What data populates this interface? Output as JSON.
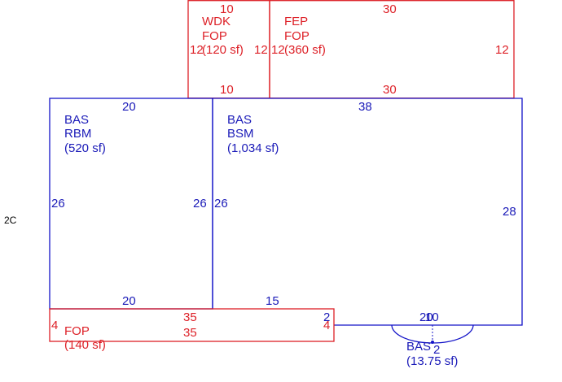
{
  "sketch": {
    "page_label": "2C",
    "colors": {
      "addition": "#dd1f26",
      "main": "#1414c8",
      "background": "#ffffff"
    },
    "areas": [
      {
        "code": "WDK",
        "sub": "FOP",
        "area": "(120 sf)",
        "dims": {
          "top": "10",
          "bottom": "10",
          "left": "12",
          "right": "12"
        }
      },
      {
        "code": "FEP",
        "sub": "FOP",
        "area": "(360 sf)",
        "dims": {
          "top": "30",
          "bottom": "30",
          "left": "12",
          "right": "12"
        }
      },
      {
        "code": "BAS",
        "sub": "RBM",
        "area": "(520 sf)",
        "dims": {
          "top": "20",
          "bottom": "20",
          "left": "26",
          "right": "26"
        }
      },
      {
        "code": "BAS",
        "sub": "BSM",
        "area": "(1,034 sf)",
        "dims": {
          "top": "38",
          "left": "26",
          "right": "28",
          "bottom_left": "15",
          "bottom_right_a": "2",
          "bottom_right_b": "20",
          "bottom_right_c": "10"
        }
      },
      {
        "code": "FOP",
        "area": "(140 sf)",
        "dims": {
          "top": "35",
          "bottom": "35",
          "left": "4",
          "right_top": "2",
          "right": "4"
        }
      },
      {
        "code": "BAS",
        "area": "(13.75 sf)",
        "dims": {
          "radius": "2"
        }
      }
    ]
  }
}
